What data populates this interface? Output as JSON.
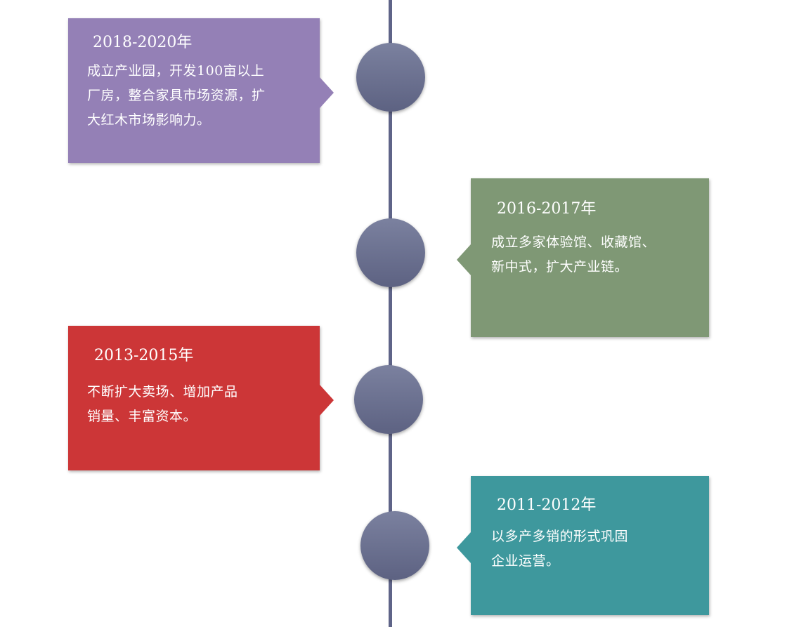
{
  "timeline": {
    "events": [
      {
        "year": "2018-2020年",
        "lines": [
          "成立产业园，开发100亩以上",
          "厂房，整合家具市场资源，扩",
          "大红木市场影响力。"
        ],
        "color": "#9480b6"
      },
      {
        "year": "2016-2017年",
        "lines": [
          "成立多家体验馆、收藏馆、",
          "新中式，扩大产业链。"
        ],
        "color": "#7f9875"
      },
      {
        "year": "2013-2015年",
        "lines": [
          "不断扩大卖场、增加产品",
          "销量、丰富资本。"
        ],
        "color": "#cc3637"
      },
      {
        "year": "2011-2012年",
        "lines": [
          "以多产多销的形式巩固",
          "企业运营。"
        ],
        "color": "#3e989d"
      }
    ],
    "axis_color": "#5f6488",
    "node_color": "#6b7090"
  }
}
